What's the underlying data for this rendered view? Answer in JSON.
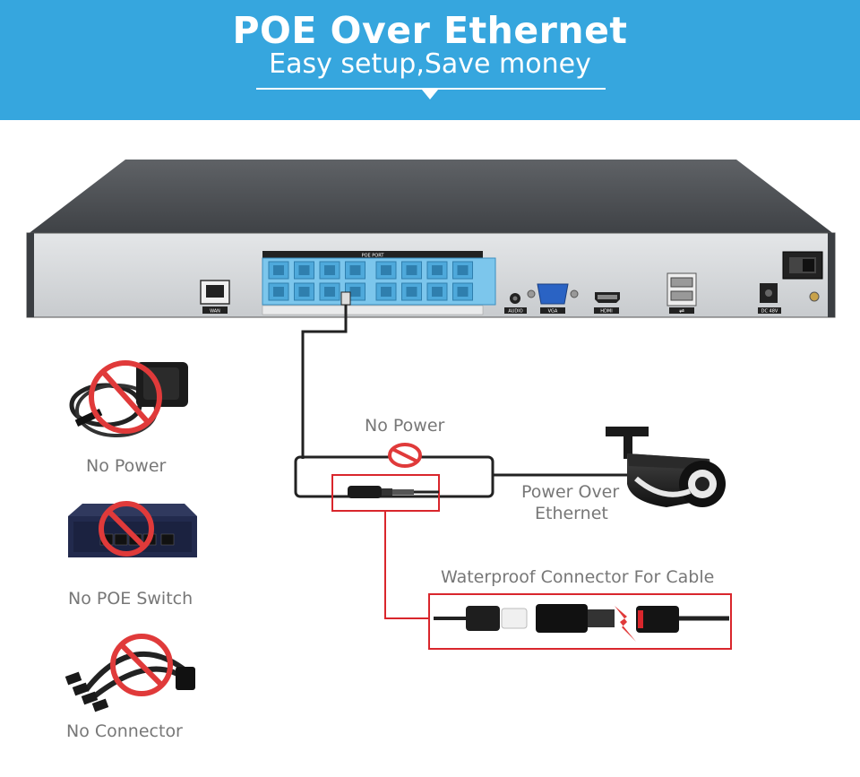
{
  "banner": {
    "title": "POE Over Ethernet",
    "subtitle": "Easy setup,Save money",
    "color": "#36a6de"
  },
  "nvr": {
    "poe_port_label": "POE PORT",
    "wan_label": "WAN",
    "audio_label": "AUDIO",
    "vga_label": "VGA",
    "hdmi_label": "HDMI",
    "dc_label": "DC 48V"
  },
  "labels": {
    "no_power_adapter": "No Power",
    "no_poe_switch": "No POE Switch",
    "no_connector": "No Connector",
    "no_power_cable": "No Power",
    "power_over_ethernet_line1": "Power Over",
    "power_over_ethernet_line2": "Ethernet",
    "waterproof_connector": "Waterproof Connector For Cable"
  },
  "colors": {
    "highlight_red": "#d9262c",
    "prohibit_red": "#e03a3a",
    "label_gray": "#777777"
  }
}
